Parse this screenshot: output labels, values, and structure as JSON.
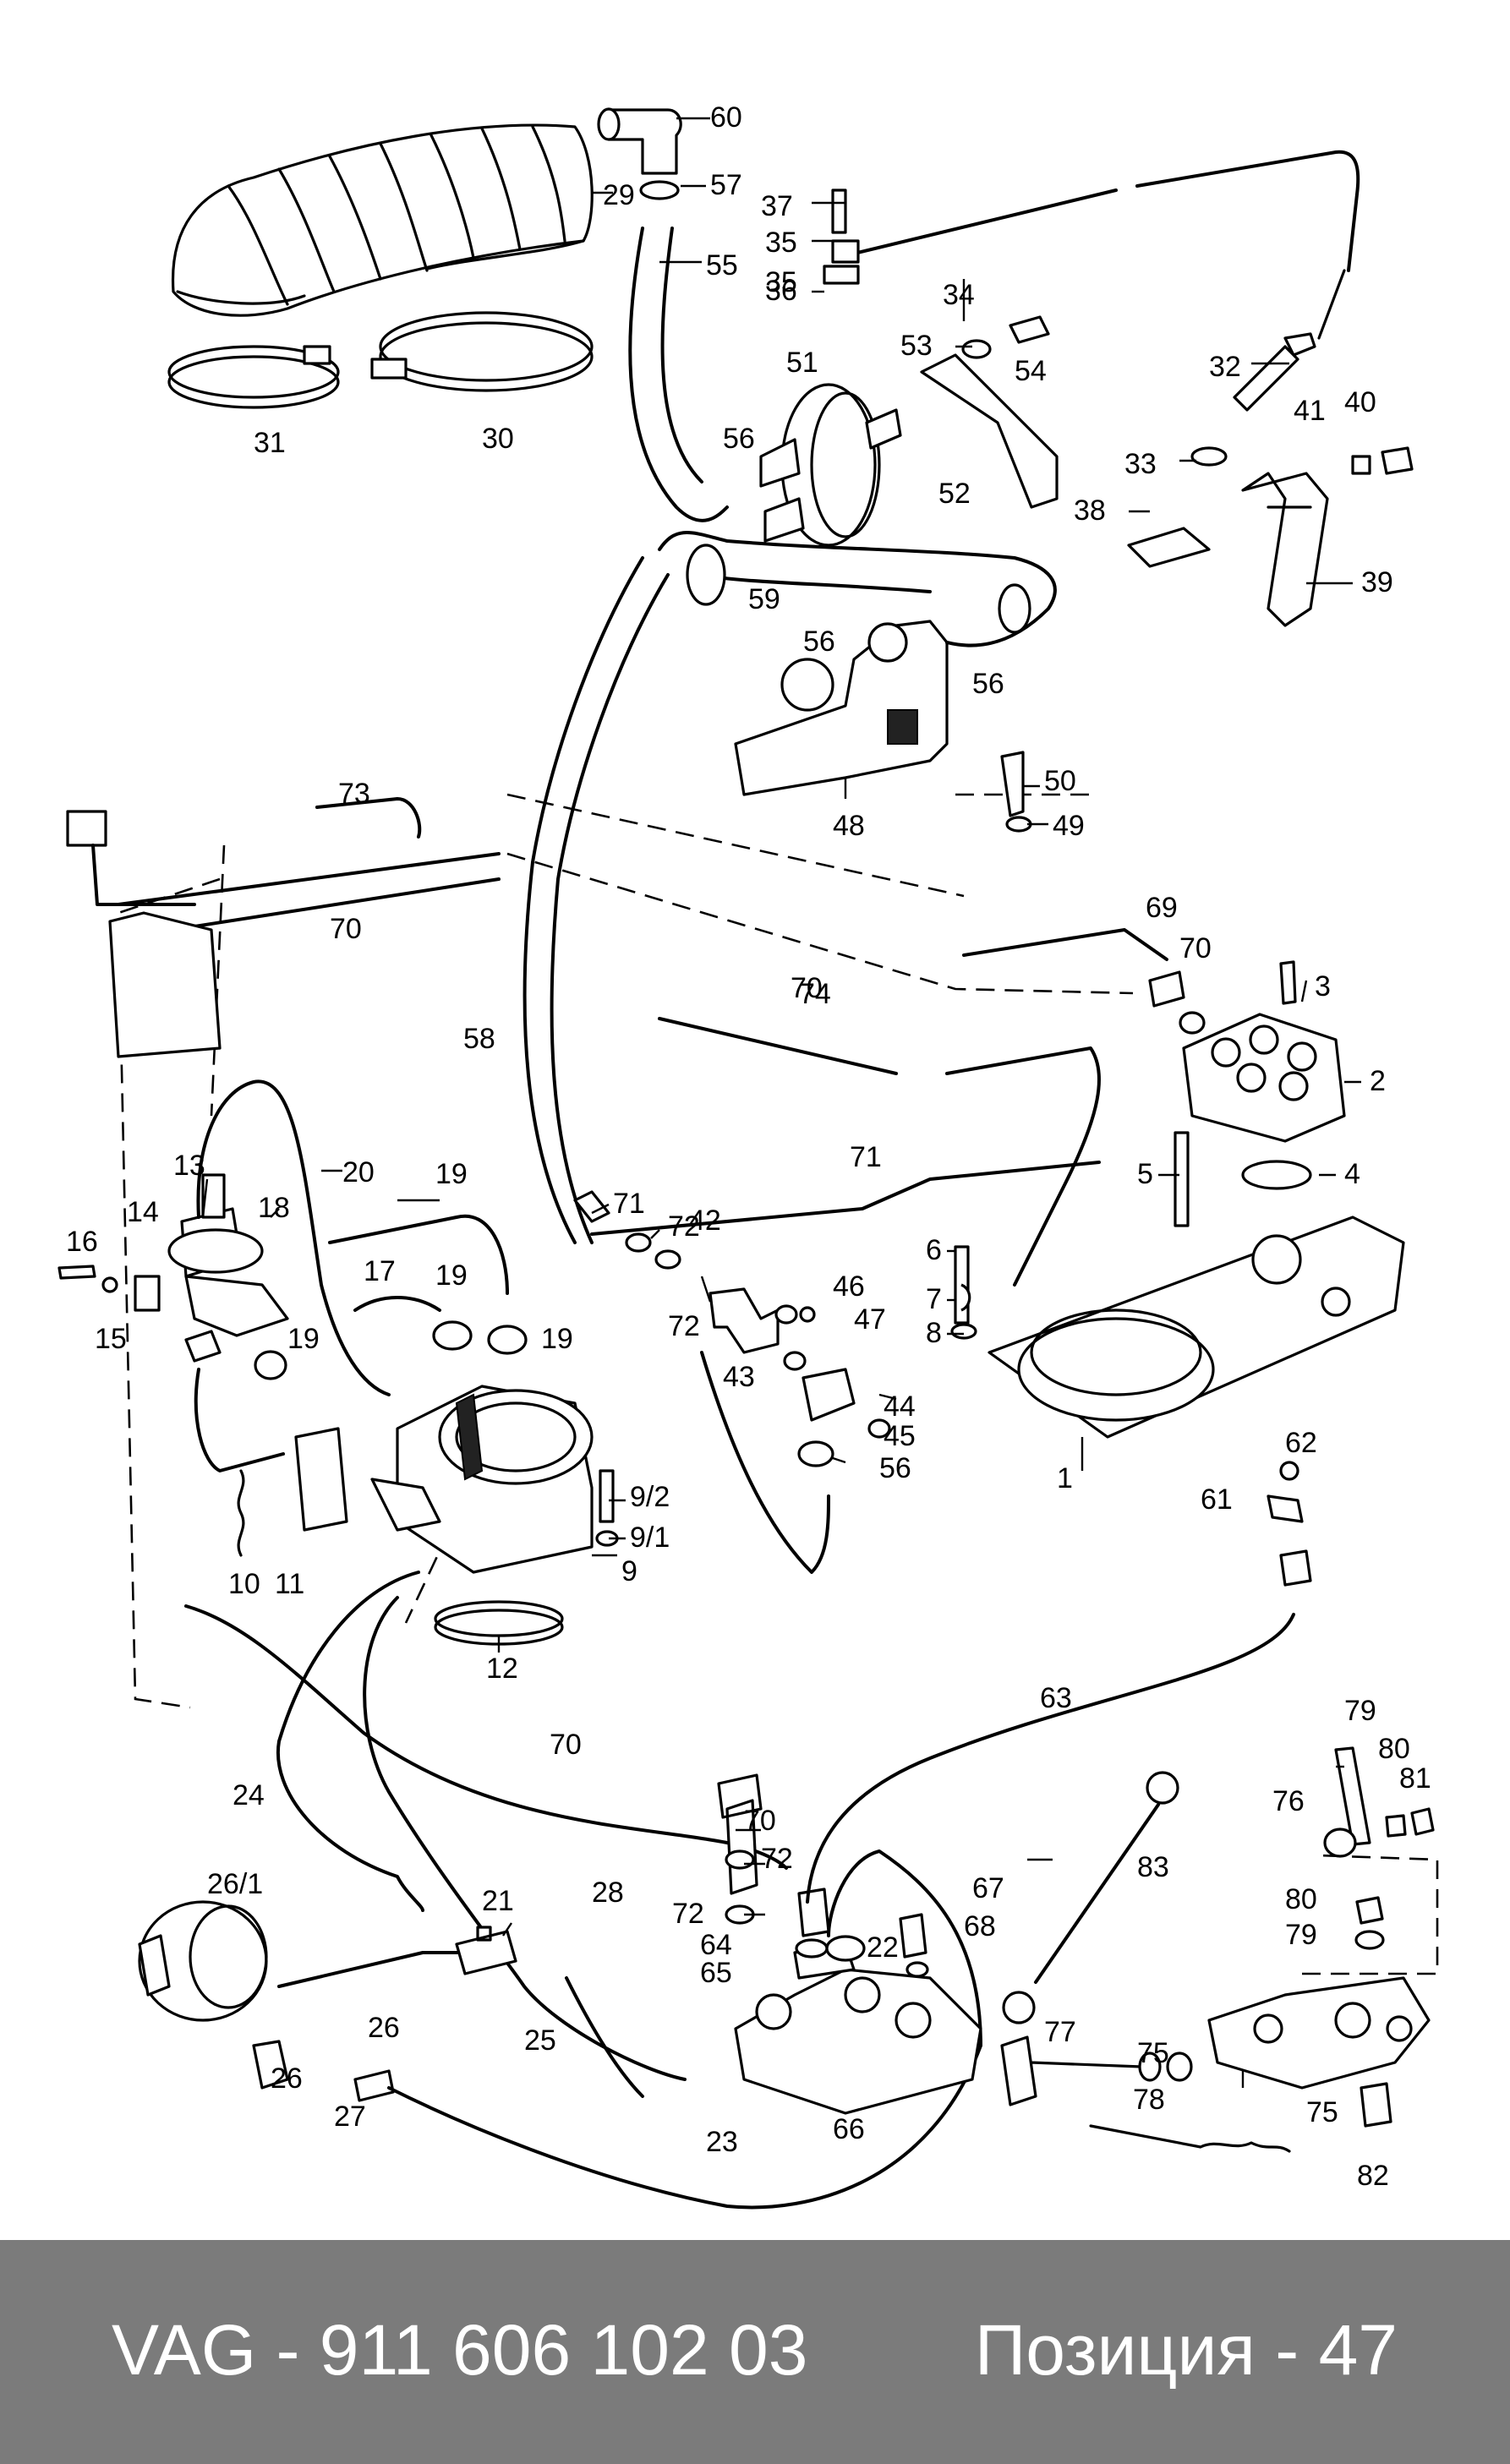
{
  "diagram": {
    "labels": [
      "1",
      "2",
      "3",
      "4",
      "5",
      "6",
      "7",
      "8",
      "9",
      "9/1",
      "9/2",
      "10",
      "11",
      "12",
      "13",
      "14",
      "15",
      "16",
      "17",
      "18",
      "19",
      "20",
      "21",
      "22",
      "23",
      "24",
      "25",
      "26",
      "26/1",
      "27",
      "28",
      "29",
      "30",
      "31",
      "32",
      "33",
      "34",
      "35",
      "36",
      "37",
      "38",
      "39",
      "40",
      "41",
      "42",
      "43",
      "44",
      "45",
      "46",
      "47",
      "48",
      "49",
      "50",
      "51",
      "52",
      "53",
      "54",
      "55",
      "56",
      "57",
      "58",
      "59",
      "60",
      "61",
      "62",
      "63",
      "64",
      "65",
      "66",
      "67",
      "68",
      "69",
      "70",
      "71",
      "72",
      "73",
      "74",
      "75",
      "76",
      "77",
      "78",
      "79",
      "80",
      "81",
      "82",
      "83"
    ]
  },
  "footer": {
    "part_number": "VAG - 911 606 102 03",
    "position": "Позиция - 47"
  },
  "colors": {
    "footer_background": "#7b7b7b",
    "footer_text": "#ffffff",
    "line_art": "#000000",
    "background": "#ffffff"
  }
}
